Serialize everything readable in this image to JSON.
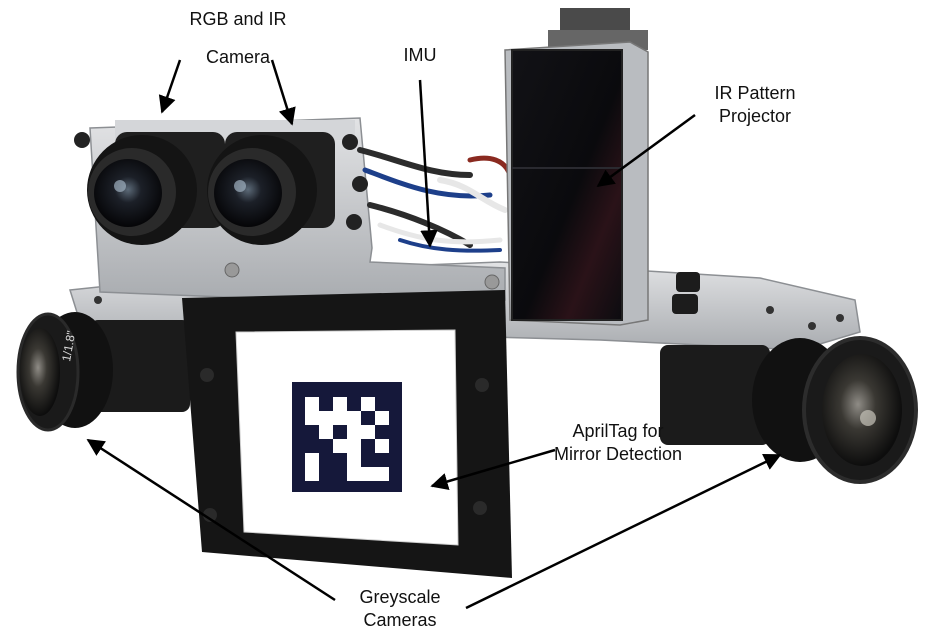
{
  "labels": {
    "rgb_ir": {
      "line1": "RGB and IR",
      "line2": "Camera"
    },
    "imu": {
      "line1": "IMU"
    },
    "ir_projector": {
      "line1": "IR Pattern",
      "line2": "Projector"
    },
    "apriltag": {
      "line1": "AprilTag for",
      "line2": "Mirror Detection"
    },
    "greyscale": {
      "line1": "Greyscale",
      "line2": "Cameras"
    }
  },
  "lens_text": {
    "left": "1/1.8\""
  },
  "colors": {
    "frame": "#c9cbcd",
    "black_part": "#151515",
    "tag": "#15183a",
    "projector": "#0b0b10",
    "arrow": "#000000"
  }
}
